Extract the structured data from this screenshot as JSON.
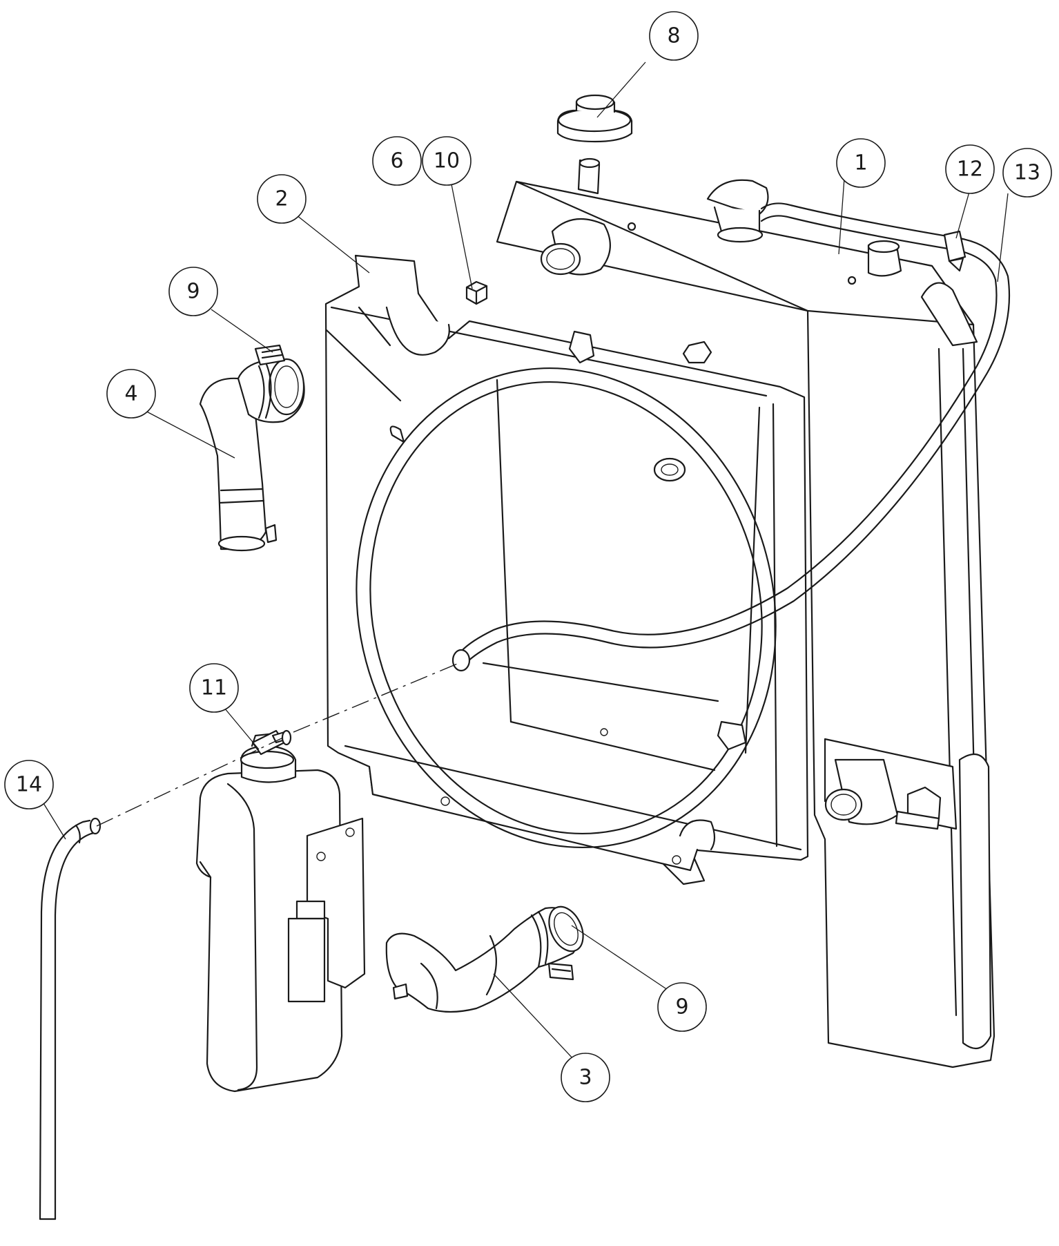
{
  "callouts": [
    {
      "id": "c1",
      "label": "1"
    },
    {
      "id": "c2",
      "label": "2"
    },
    {
      "id": "c3",
      "label": "3"
    },
    {
      "id": "c4",
      "label": "4"
    },
    {
      "id": "c6",
      "label": "6"
    },
    {
      "id": "c8",
      "label": "8"
    },
    {
      "id": "c9a",
      "label": "9"
    },
    {
      "id": "c9b",
      "label": "9"
    },
    {
      "id": "c10",
      "label": "10"
    },
    {
      "id": "c11",
      "label": "11"
    },
    {
      "id": "c12",
      "label": "12"
    },
    {
      "id": "c13",
      "label": "13"
    },
    {
      "id": "c14",
      "label": "14"
    }
  ],
  "colors": {
    "line": "#1a1a1a",
    "background": "#ffffff"
  }
}
